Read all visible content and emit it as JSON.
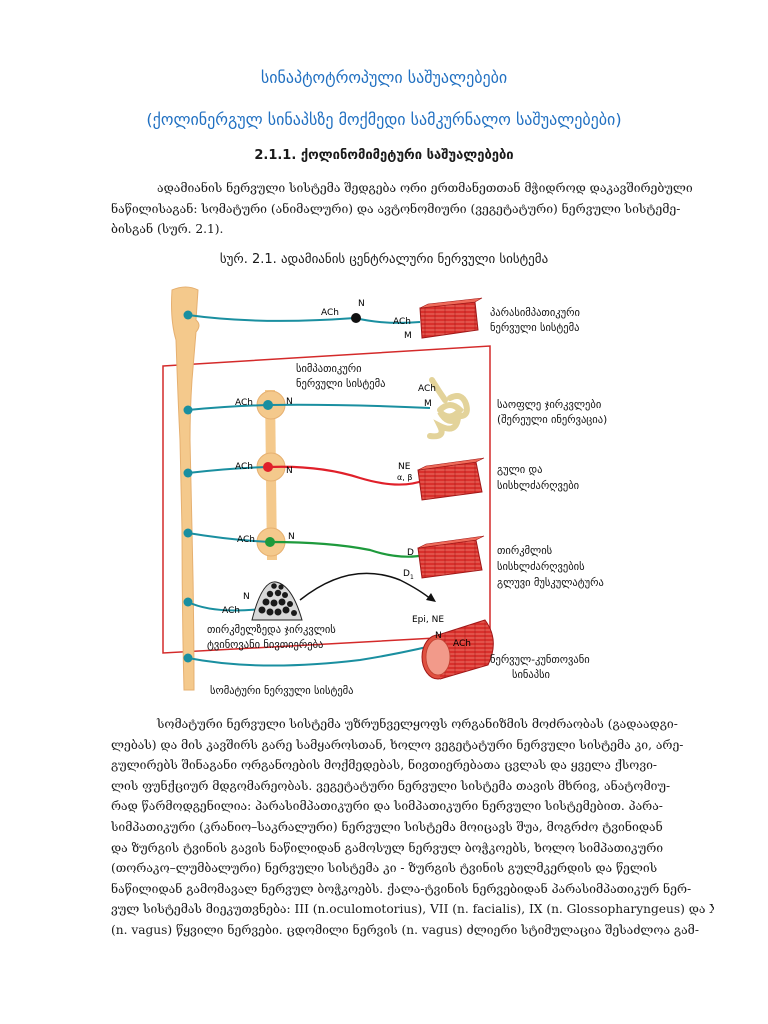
{
  "title1": "სინაპტოტროპული საშუალებები",
  "title2": "(ქოლინერგულ სინაპსზე მოქმედი სამკურნალო საშუალებები)",
  "section": "2.1.1.  ქოლინომიმეტური საშუალებები",
  "intro": [
    "ადამიანის ნერვული სისტემა შედგება ორი ერთმანეთთან მჭიდროდ დაკავშირებული",
    "ნაწილისაგან: სომატური (ანიმალური) და ავტონომიური (ვეგეტატური) ნერვული სისტემე-",
    "ბისგან (სურ. 2.1)."
  ],
  "caption": "სურ. 2.1. ადამიანის ცენტრალური ნერვული სისტემა",
  "figure": {
    "labels": {
      "parasympathetic": [
        "პარასიმპათიკური",
        "ნერვული სისტემა"
      ],
      "sympathetic": [
        "სიმპათიკური",
        "ნერვული სისტემა"
      ],
      "sweat": [
        "საოფლე ჯირკვლები",
        "(შერეული ინერვაცია)"
      ],
      "heart": [
        "გული და",
        "სისხლძარღვები"
      ],
      "kidney": [
        "თირკმლის",
        "სისხლძარღვების",
        "გლუვი მუსკულატურა"
      ],
      "adrenal": [
        "თირკმელზედა ჯირკვლის",
        "ტვინოვანი ნივთიერება"
      ],
      "neuromuscular": [
        "ნერვულ-კუნთოვანი",
        "სინაპსი"
      ],
      "somatic": "სომატური ნერვული სისტემა"
    },
    "markers": {
      "ach": "ACh",
      "n": "N",
      "m": "M",
      "ne": "NE",
      "alpha_beta": "α, β",
      "d": "D",
      "d1": "D",
      "d1_sub": "1",
      "epi_ne": "Epi, NE"
    },
    "colors": {
      "spine": "#f4c98c",
      "nerve": "#1a8fa0",
      "sympathetic_red": "#e0202a",
      "sympathetic_green": "#1e9a3c",
      "muscle": "#d9302c",
      "frame": "#d42a2a"
    }
  },
  "body": [
    "სომატური ნერვული სისტემა უზრუნველყოფს ორგანიზმის  მოძრაობას (გადაადგი-",
    "ლებას) და მის კავშირს გარე სამყაროსთან, ხოლო ვეგეტატური ნერვული სისტემა კი, არე-",
    "გულირებს შინაგანი ორგანოების მოქმედებას, ნივთიერებათა ცვლას და ყველა ქსოვი-",
    "ლის ფუნქციურ მდგომარეობას. ვეგეტატური ნერვული სისტემა თავის მხრივ, ანატომიუ-",
    "რად წარმოდგენილია: პარასიმპათიკური და სიმპათიკური ნერვული სისტემებით. პარა-",
    "სიმპათიკური (კრანიო–საკრალური) ნერვული სისტემა მოიცავს შუა, მოგრძო ტვინიდან",
    "და ზურგის ტვინის გავის ნაწილიდან გამოსულ ნერვულ ბოჭკოებს, ხოლო სიმპათიკური",
    "(თორაკო–ლუმბალური) ნერვული სისტემა კი - ზურგის ტვინის გულმკერდის და წელის",
    "ნაწილიდან გამომავალ ნერვულ ბოჭკოებს. ქალა-ტვინის ნერვებიდან პარასიმპათიკურ ნერ-",
    "ვულ სისტემას მიეკუთვნება: III  (n.oculomotorius), VII  (n. facialis), IX  (n. Glossopharyngeus) და X",
    "(n. vagus) წყვილი ნერვები. ცდომილი ნერვის (n. vagus) ძლიერი სტიმულაცია შესაძლოა გამ-"
  ]
}
